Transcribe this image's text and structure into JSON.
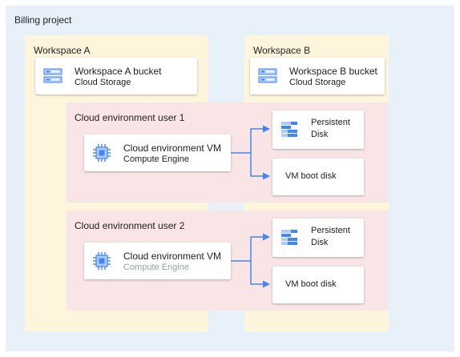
{
  "billing": {
    "title": "Billing project"
  },
  "workspace_a": {
    "title": "Workspace A",
    "bucket": {
      "name": "Workspace A bucket",
      "service": "Cloud Storage",
      "icon": "cloud-storage-icon"
    }
  },
  "workspace_b": {
    "title": "Workspace B",
    "bucket": {
      "name": "Workspace B bucket",
      "service": "Cloud Storage",
      "icon": "cloud-storage-icon"
    }
  },
  "users": [
    {
      "title": "Cloud environment user 1",
      "vm": {
        "name": "Cloud environment VM",
        "service": "Compute Engine",
        "icon": "compute-engine-icon"
      },
      "pd": {
        "line1": "Persistent",
        "line2": "Disk",
        "icon": "persistent-disk-icon"
      },
      "boot": {
        "label": "VM boot disk"
      }
    },
    {
      "title": "Cloud environment user 2",
      "vm": {
        "name": "Cloud environment VM",
        "service": "Compute Engine",
        "icon": "compute-engine-icon"
      },
      "pd": {
        "line1": "Persistent",
        "line2": "Disk",
        "icon": "persistent-disk-icon"
      },
      "boot": {
        "label": "VM boot disk"
      }
    }
  ],
  "colors": {
    "billing_bg": "#e8f0fa",
    "workspace_bg": "#fdf6dc",
    "user_bg": "#f9e5e5",
    "icon_blue": "#4285f4",
    "arrow": "#4285f4"
  }
}
